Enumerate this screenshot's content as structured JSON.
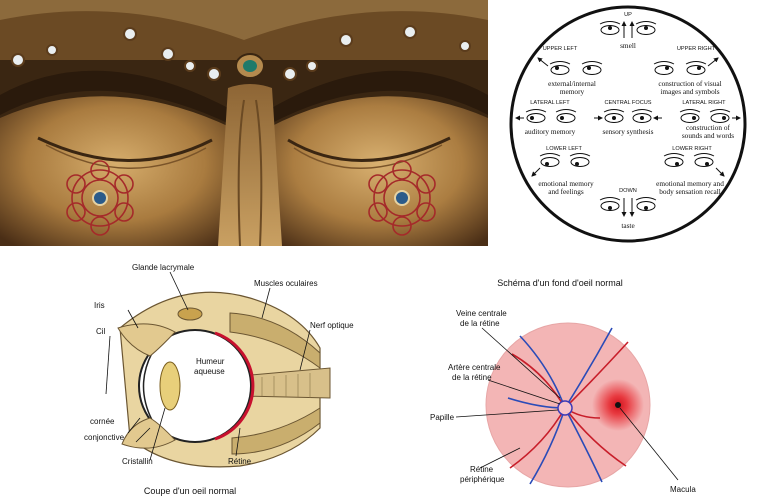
{
  "nlp": {
    "up": "UP",
    "smell": "smell",
    "upper_left": "UPPER LEFT",
    "upper_right": "UPPER RIGHT",
    "ext_memory_1": "external/internal",
    "ext_memory_2": "memory",
    "construction_1": "construction of visual",
    "construction_2": "images and symbols",
    "lateral_left": "LATERAL LEFT",
    "central_focus": "CENTRAL FOCUS",
    "lateral_right": "LATERAL RIGHT",
    "auditory": "auditory memory",
    "sensory": "sensory synthesis",
    "constr_sound_1": "construction of",
    "constr_sound_2": "sounds and words",
    "lower_left": "LOWER LEFT",
    "lower_right": "LOWER RIGHT",
    "emo_feel_1": "emotional memory",
    "emo_feel_2": "and feelings",
    "emo_body_1": "emotional memory and",
    "emo_body_2": "body sensation recall",
    "down": "DOWN",
    "taste": "taste"
  },
  "section": {
    "glande": "Glande lacrymale",
    "muscles": "Muscles oculaires",
    "iris": "Iris",
    "nerf": "Nerf optique",
    "cil": "Cil",
    "humeur_1": "Humeur",
    "humeur_2": "aqueuse",
    "cornee": "cornée",
    "conjonctive": "conjonctive",
    "cristallin": "Cristallin",
    "retine": "Rétine",
    "caption": "Coupe d'un oeil normal"
  },
  "fundus": {
    "title": "Schéma d'un fond d'oeil normal",
    "veine_1": "Veine centrale",
    "veine_2": "de la rétine",
    "artere_1": "Artère centrale",
    "artere_2": "de la rétine",
    "papille": "Papille",
    "peri_1": "Rétine",
    "peri_2": "périphérique",
    "macula": "Macula"
  },
  "colors": {
    "gold": "#b48a4e",
    "bronze": "#4a2e16",
    "fundus_pink": "#f3b5b5",
    "macula_red": "#e0202a",
    "vein_blue": "#2a4bb8",
    "artery_red": "#c81e2a",
    "lens_yellow": "#e8cf7a"
  }
}
